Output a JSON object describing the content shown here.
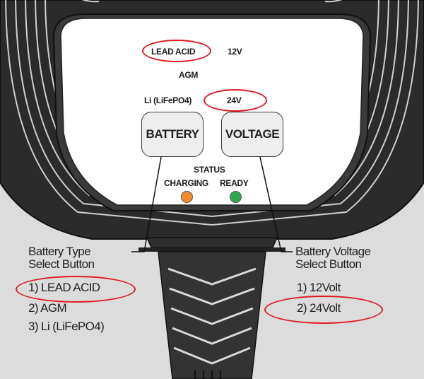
{
  "panel": {
    "lead_acid": "LEAD ACID",
    "agm": "AGM",
    "lifepo4": "Li (LiFePO4)",
    "v12": "12V",
    "v24": "24V",
    "status": "STATUS",
    "charging": "CHARGING",
    "ready": "READY"
  },
  "buttons": {
    "battery": "BATTERY",
    "voltage": "VOLTAGE"
  },
  "leds": {
    "charging_color": "#f28c28",
    "ready_color": "#2fa84f"
  },
  "callouts": {
    "battery_type": {
      "line1": "Battery Type",
      "line2": "Select Button",
      "options": [
        "1) LEAD ACID",
        "2) AGM",
        "3) Li (LiFePO4)"
      ]
    },
    "battery_voltage": {
      "line1": "Battery Voltage",
      "line2": "Select Button",
      "options": [
        "1) 12Volt",
        "2) 24Volt"
      ]
    }
  },
  "highlight_color": "#e01b24"
}
